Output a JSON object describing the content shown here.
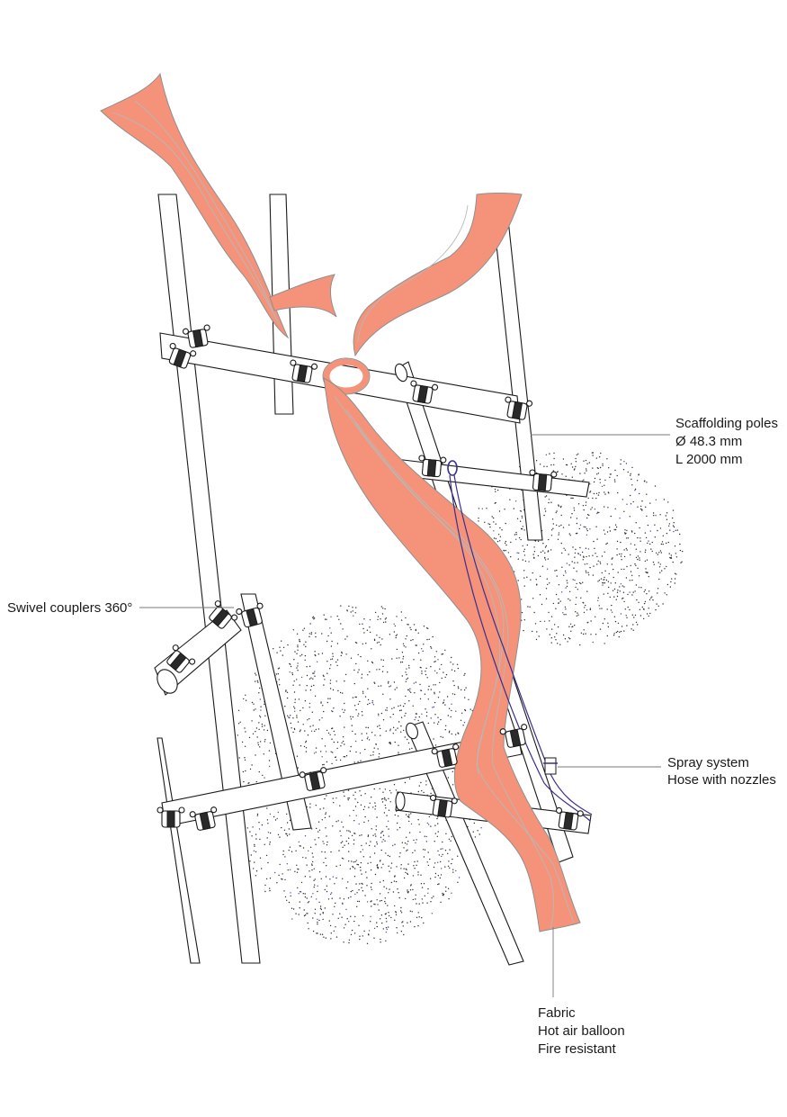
{
  "colors": {
    "fabric": "#f4937a",
    "fabric_edge": "#8f8f8f",
    "hose": "#3a2e8c",
    "line": "#1a1a1a",
    "spray_dots": "#2b2b2b",
    "spray_dots_blue": "#4a4aa0"
  },
  "labels": {
    "scaffolding": [
      "Scaffolding poles",
      "Ø 48.3 mm",
      "L 2000 mm"
    ],
    "couplers": [
      "Swivel couplers 360°"
    ],
    "spray": [
      "Spray system",
      "Hose with nozzles"
    ],
    "fabric": [
      "Fabric",
      "Hot air balloon",
      "Fire resistant"
    ]
  },
  "icons": {
    "coupler": "swivel-coupler-icon",
    "nozzle": "spray-nozzle-icon"
  }
}
